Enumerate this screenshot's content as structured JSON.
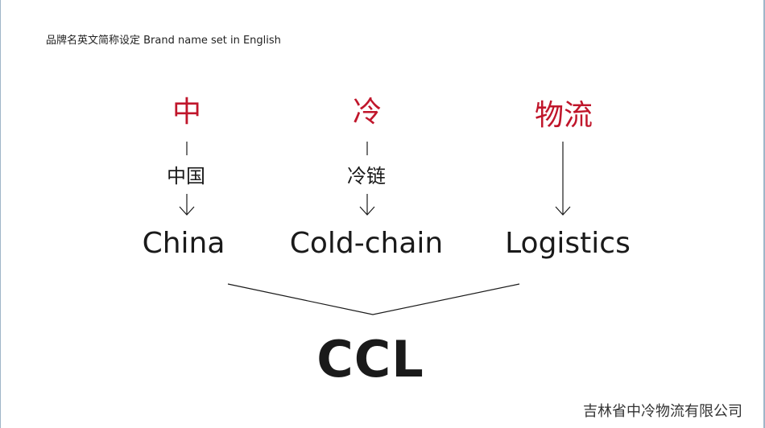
{
  "header": "品牌名英文简称设定 Brand name set in English",
  "columns": [
    {
      "top": "中",
      "mid": "中国",
      "en": "China"
    },
    {
      "top": "冷",
      "mid": "冷链",
      "en": "Cold-chain"
    },
    {
      "top": "物流",
      "mid": "",
      "en": "Logistics"
    }
  ],
  "acronym": "CCL",
  "company": "吉林省中冷物流有限公司",
  "colors": {
    "accent": "#c0162b",
    "text": "#1a1a1a"
  }
}
